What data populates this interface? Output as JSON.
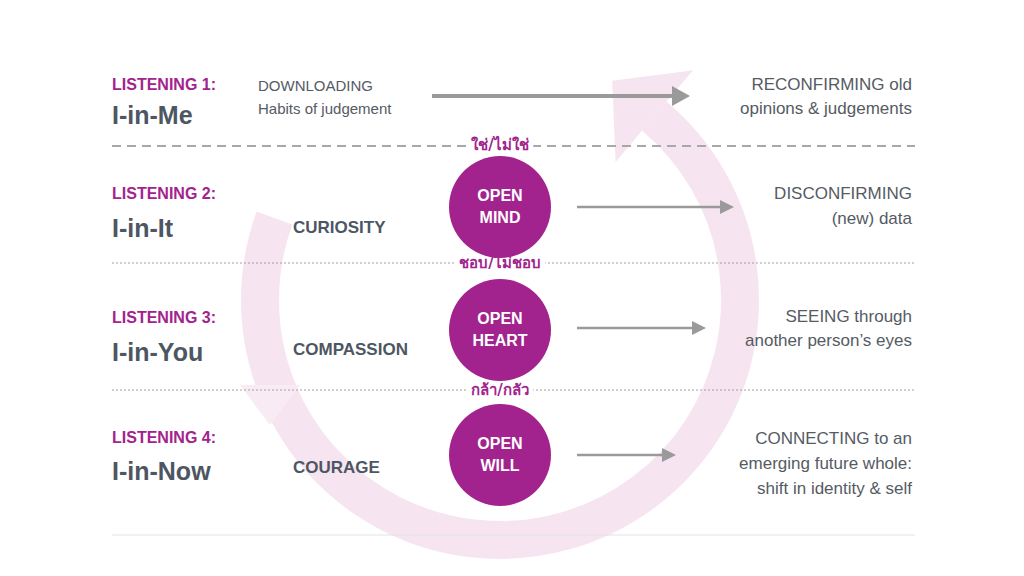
{
  "diagram": {
    "nodes": [
      {
        "text": [
          "OPEN MIND"
        ]
      },
      {
        "text": [
          "OPEN HEART"
        ]
      },
      {
        "text": [
          "OPEN WILL"
        ]
      }
    ],
    "labels": [
      "LISTENING 1:",
      "I-in-Me",
      "DOWNLOADING",
      "Habits of judgement",
      "RECONFIRMING old opinions & judgements",
      "ใช่/ไม่ใช่",
      "LISTENING 2:",
      "I-in-It",
      "CURIOSITY",
      "DISCONFIRMING (new) data",
      "ชอบ/ไม่ชอบ",
      "LISTENING 3:",
      "I-in-You",
      "COMPASSION",
      "SEEING through another person’s eyes",
      "กล้า/กลัว",
      "LISTENING 4:",
      "I-in-Now",
      "COURAGE",
      "CONNECTING to an emerging future whole: shift in identity & self"
    ]
  }
}
